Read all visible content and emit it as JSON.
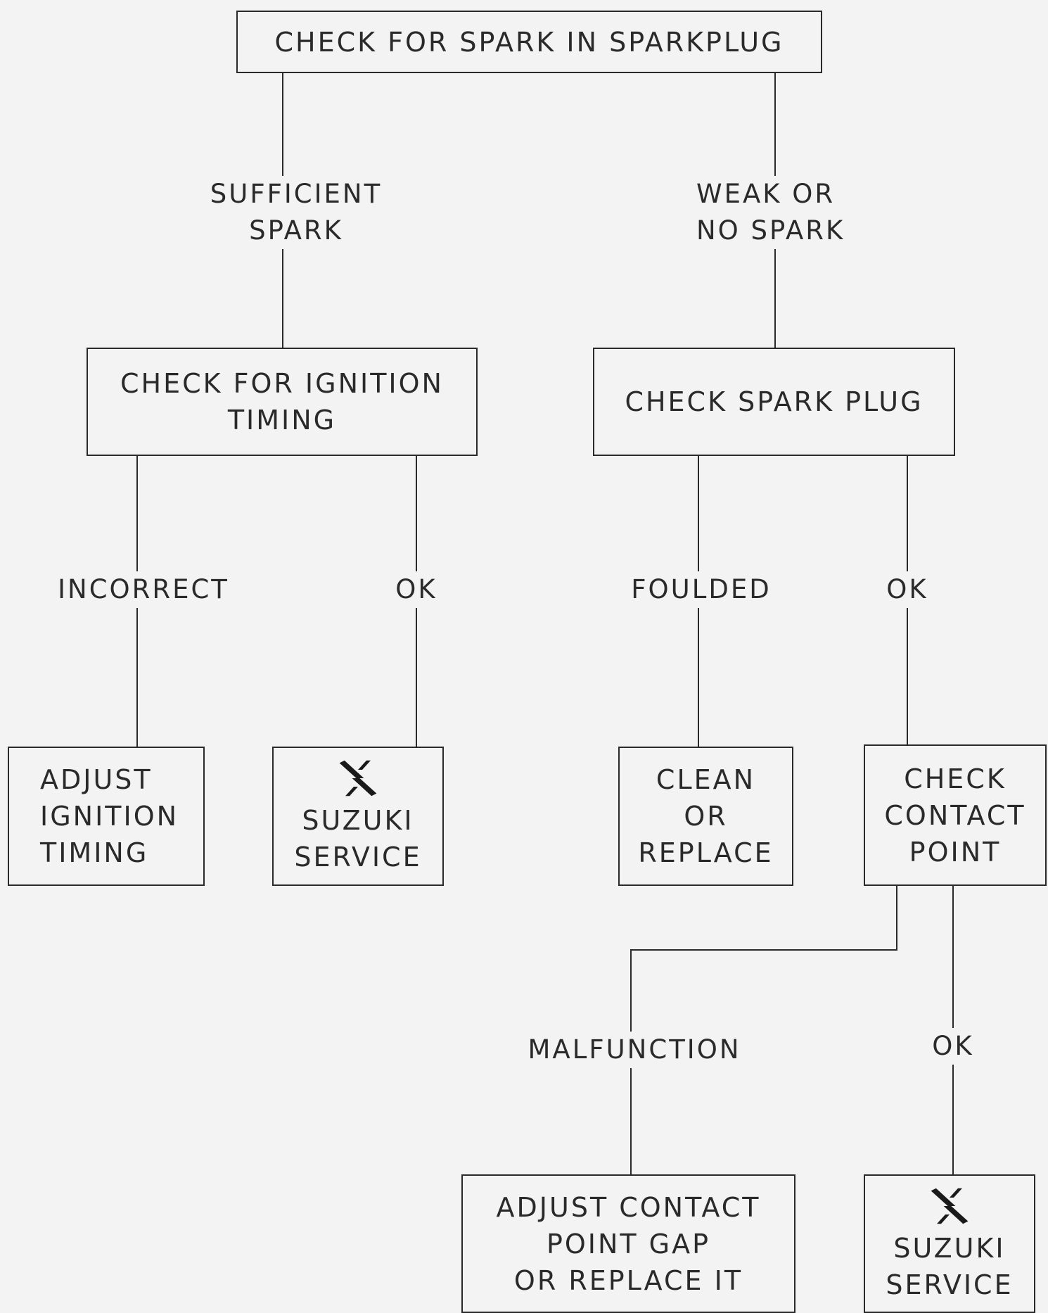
{
  "colors": {
    "ink": "#2a2a2a",
    "paper": "#f3f3f3"
  },
  "nodes": {
    "check_spark": "CHECK FOR SPARK IN SPARKPLUG",
    "check_timing": "CHECK FOR IGNITION\nTIMING",
    "check_plug": "CHECK SPARK PLUG",
    "adjust_timing": "ADJUST\nIGNITION\nTIMING",
    "service_1": "SUZUKI\nSERVICE",
    "clean_replace": "CLEAN\nOR\nREPLACE",
    "check_contact": "CHECK\nCONTACT\nPOINT",
    "adjust_contact": "ADJUST CONTACT\nPOINT GAP\nOR REPLACE IT",
    "service_2": "SUZUKI\nSERVICE"
  },
  "edges": {
    "sufficient": "SUFFICIENT\nSPARK",
    "weak": "WEAK OR\nNO SPARK",
    "incorrect": "INCORRECT",
    "ok_timing": "OK",
    "fouled": "FOULDED",
    "ok_plug": "OK",
    "malfunction": "MALFUNCTION",
    "ok_contact": "OK"
  },
  "icons": {
    "logo": "suzuki-logo-icon"
  }
}
